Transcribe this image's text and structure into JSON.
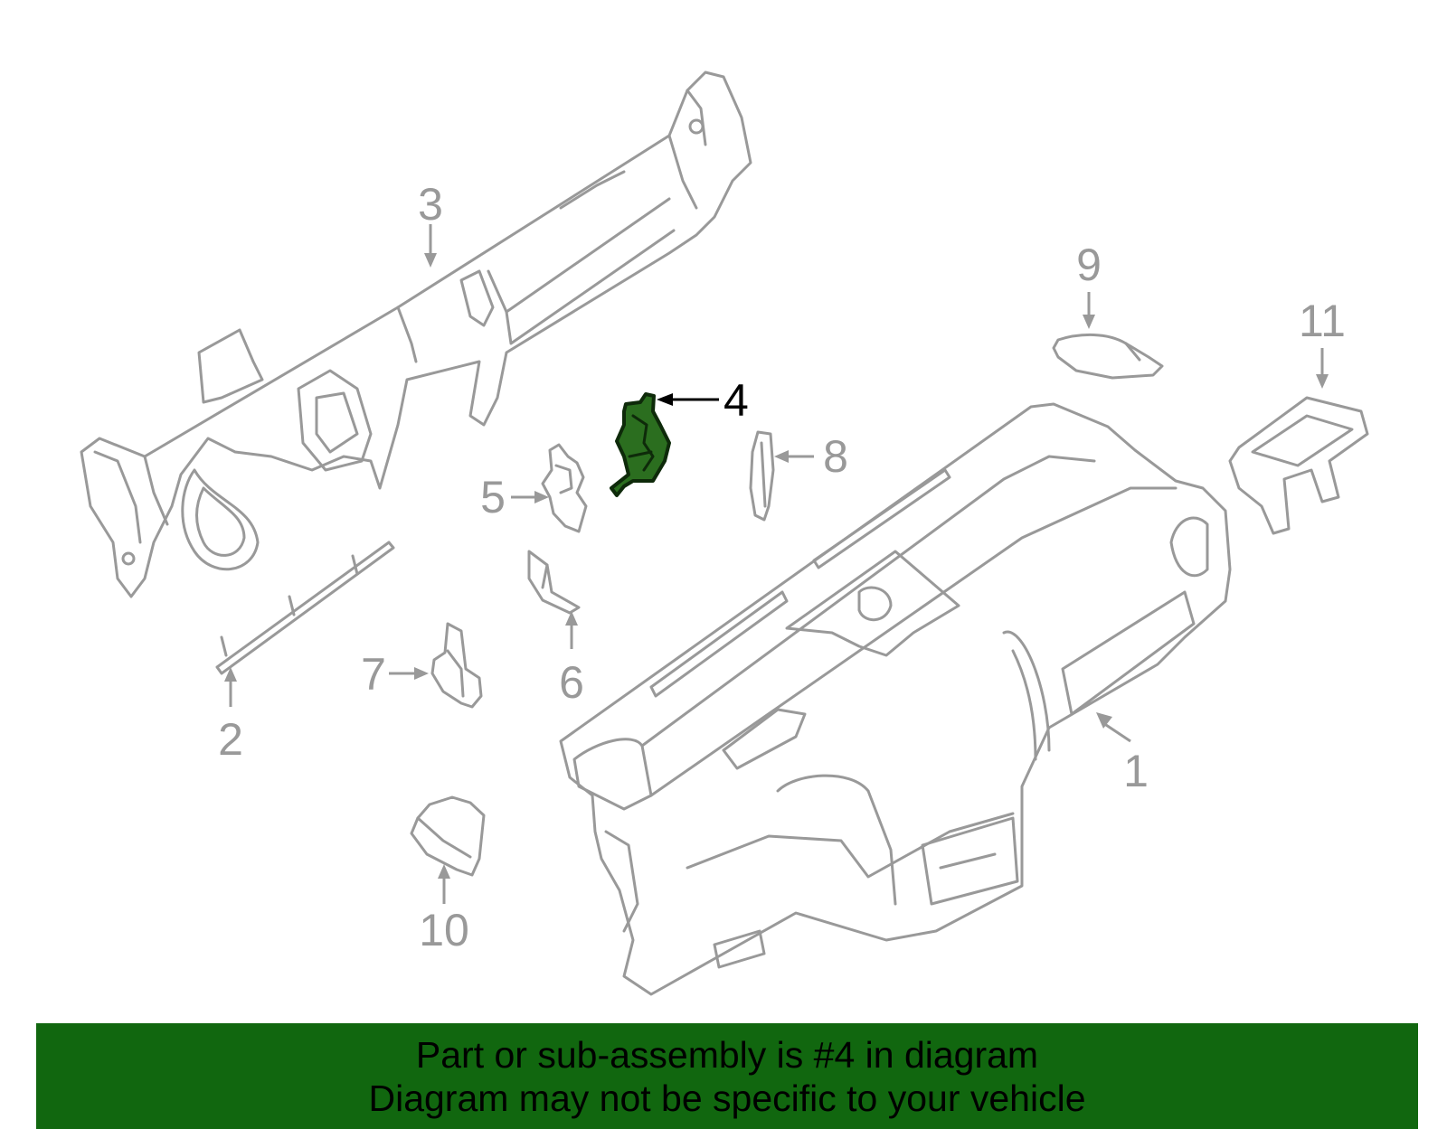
{
  "colors": {
    "line": "#999999",
    "highlight_fill": "#2b6e1f",
    "highlight_stroke": "#0e2a0a",
    "banner_bg": "#11670f",
    "banner_text": "#000000",
    "highlight_label": "#000000"
  },
  "callouts": {
    "c1": "1",
    "c2": "2",
    "c3": "3",
    "c4": "4",
    "c5": "5",
    "c6": "6",
    "c7": "7",
    "c8": "8",
    "c9": "9",
    "c10": "10",
    "c11": "11"
  },
  "highlighted_part": "4",
  "banner": {
    "line1": "Part or sub-assembly is #4 in diagram",
    "line2": "Diagram may not be specific to your vehicle"
  }
}
